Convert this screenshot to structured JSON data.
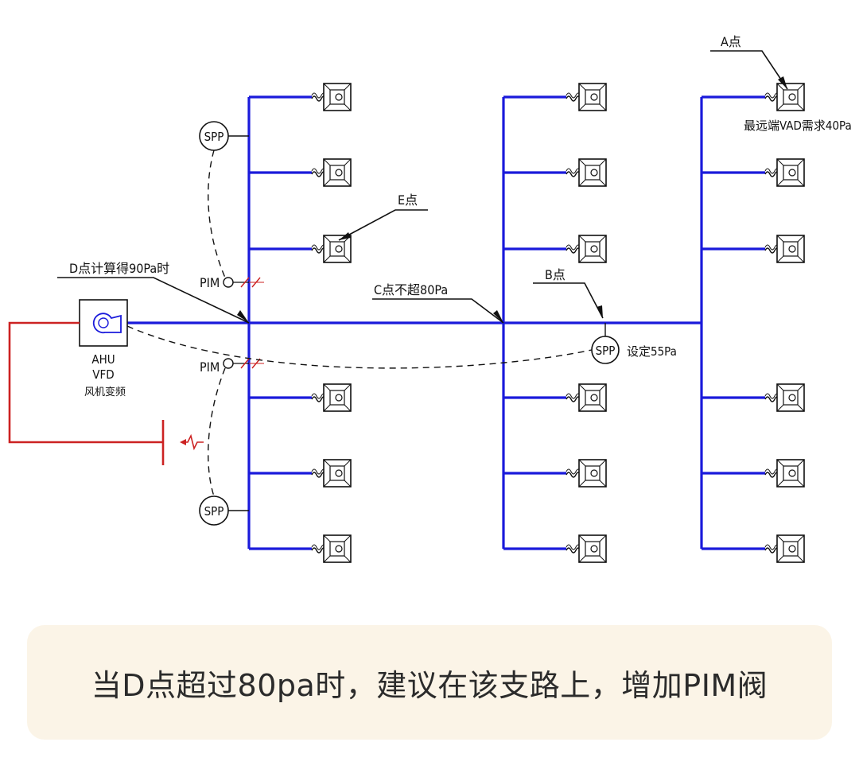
{
  "diagram": {
    "labels": {
      "point_a": "A点",
      "far_end": "最远端VAD需求40Pa",
      "point_e": "E点",
      "point_d": "D点计算得90Pa时",
      "point_c": "C点不超80Pa",
      "point_b": "B点",
      "setpoint": "设定55Pa",
      "ahu": "AHU",
      "vfd": "VFD",
      "fan_vfd": "风机变频",
      "pim_upper": "PIM",
      "pim_lower": "PIM",
      "spp": "SPP"
    },
    "colors": {
      "duct": "#1a1adb",
      "control": "#cc2222",
      "line": "#111111"
    }
  },
  "caption": {
    "text": "当D点超过80pa时，建议在该支路上，增加PIM阀"
  }
}
